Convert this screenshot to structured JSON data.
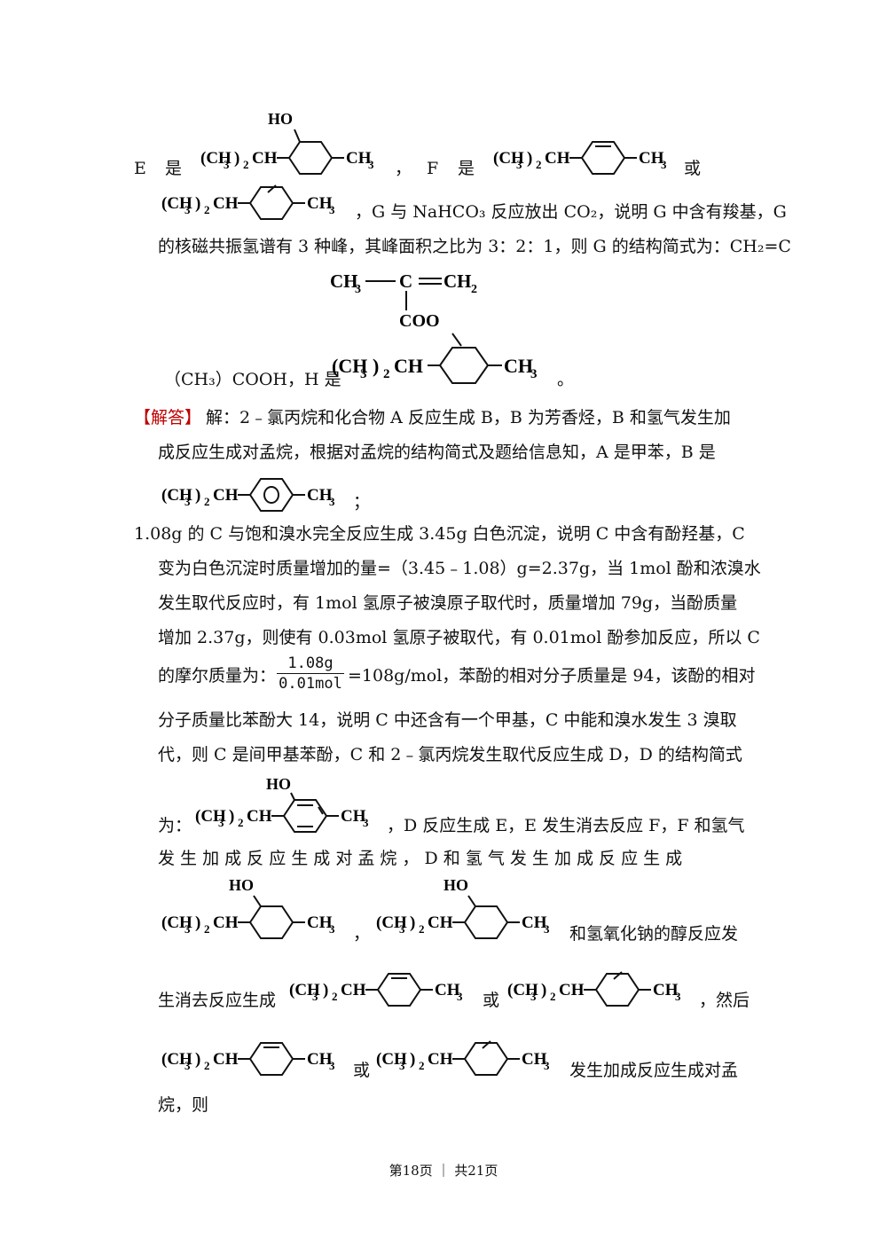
{
  "mol_labels": {
    "alkyl": "(CH",
    "sub3": "3",
    "sub2": "2",
    "ch": "CH",
    "ch3": "CH",
    "ho": "HO",
    "ester_ch3": "CH",
    "ester_ch2": "CH",
    "ester_c": "C",
    "coo": "COO"
  },
  "lines": {
    "l1_e": "E",
    "l1_shi1": "是",
    "l1_comma": "，",
    "l1_f": "F",
    "l1_shi2": "是",
    "l1_huo": "或",
    "l2": "，G 与 NaHCO₃ 反应放出 CO₂，说明 G 中含有羧基，G",
    "l3": "的核磁共振氢谱有 3 种峰，其峰面积之比为 3：2：1，则 G 的结构简式为：CH₂=C",
    "l4a": "（CH₃）COOH，H 是",
    "l4b": "。",
    "answer_tag": "【解答】",
    "answer_text": "解：2﹣氯丙烷和化合物 A 反应生成 B，B 为芳香烃，B 和氢气发生加",
    "l6": "成反应生成对孟烷，根据对孟烷的结构简式及题给信息知，A 是甲苯，B 是",
    "l7_end": "；",
    "l8": "1.08g 的 C 与饱和溴水完全反应生成 3.45g 白色沉淀，说明 C 中含有酚羟基，C",
    "l9": "变为白色沉淀时质量增加的量=（3.45﹣1.08）g=2.37g，当 1mol 酚和浓溴水",
    "l10": "发生取代反应时，有 1mol 氢原子被溴原子取代时，质量增加 79g，当酚质量",
    "l11": "增加 2.37g，则使有 0.03mol 氢原子被取代，有 0.01mol 酚参加反应，所以 C",
    "l12a": "的摩尔质量为：",
    "frac_num": "1.08g",
    "frac_den": "0.01mol",
    "l12b": "=108g/mol，苯酚的相对分子质量是 94，该酚的相对",
    "l13": "分子质量比苯酚大 14，说明 C 中还含有一个甲基，C 中能和溴水发生 3 溴取",
    "l14": "代，则 C 是间甲基苯酚，C 和 2﹣氯丙烷发生取代反应生成 D，D 的结构简式",
    "l15a": "为：",
    "l15b": "，D 反应生成 E，E 发生消去反应 F，F 和氢气",
    "l16": "发 生 加 成 反 应 生 成 对 孟 烷 ， D 和 氢 气 发 生 加 成 反 应 生 成",
    "l17_comma": "，",
    "l17b": "和氢氧化钠的醇反应发",
    "l18a": "生消去反应生成",
    "l18_huo": "或",
    "l18b": "，然后",
    "l19_huo": "或",
    "l19b": "发生加成反应生成对孟",
    "l20": "烷，则"
  },
  "footer": {
    "page_label": "第18页 ｜ 共21页"
  }
}
